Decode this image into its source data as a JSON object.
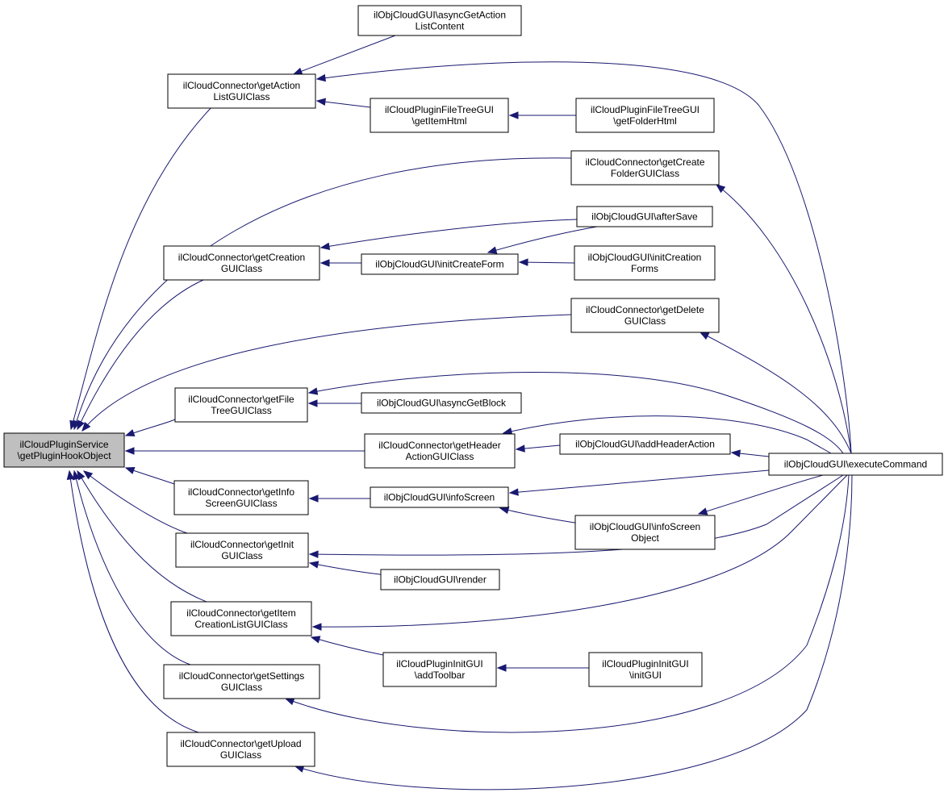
{
  "diagram": {
    "type": "caller-graph",
    "colors": {
      "edge": "#191970",
      "root_fill": "#bfbfbf",
      "node_fill": "#ffffff",
      "border": "#000000"
    },
    "nodes": [
      {
        "id": "root",
        "lines": [
          "ilCloudPluginService",
          "\\getPluginHookObject"
        ],
        "root": true
      },
      {
        "id": "getActionList",
        "lines": [
          "ilCloudConnector\\getAction",
          "ListGUIClass"
        ]
      },
      {
        "id": "asyncGetActionList",
        "lines": [
          "ilObjCloudGUI\\asyncGetAction",
          "ListContent"
        ]
      },
      {
        "id": "fileTreeGetItemHtml",
        "lines": [
          "ilCloudPluginFileTreeGUI",
          "\\getItemHtml"
        ]
      },
      {
        "id": "fileTreeGetFolderHtml",
        "lines": [
          "ilCloudPluginFileTreeGUI",
          "\\getFolderHtml"
        ]
      },
      {
        "id": "getCreateFolder",
        "lines": [
          "ilCloudConnector\\getCreate",
          "FolderGUIClass"
        ]
      },
      {
        "id": "afterSave",
        "lines": [
          "ilObjCloudGUI\\afterSave"
        ]
      },
      {
        "id": "getCreation",
        "lines": [
          "ilCloudConnector\\getCreation",
          "GUIClass"
        ]
      },
      {
        "id": "initCreateForm",
        "lines": [
          "ilObjCloudGUI\\initCreateForm"
        ]
      },
      {
        "id": "initCreationForms",
        "lines": [
          "ilObjCloudGUI\\initCreation",
          "Forms"
        ]
      },
      {
        "id": "getDelete",
        "lines": [
          "ilCloudConnector\\getDelete",
          "GUIClass"
        ]
      },
      {
        "id": "getFileTree",
        "lines": [
          "ilCloudConnector\\getFile",
          "TreeGUIClass"
        ]
      },
      {
        "id": "asyncGetBlock",
        "lines": [
          "ilObjCloudGUI\\asyncGetBlock"
        ]
      },
      {
        "id": "getHeaderAction",
        "lines": [
          "ilCloudConnector\\getHeader",
          "ActionGUIClass"
        ]
      },
      {
        "id": "addHeaderAction",
        "lines": [
          "ilObjCloudGUI\\addHeaderAction"
        ]
      },
      {
        "id": "executeCommand",
        "lines": [
          "ilObjCloudGUI\\executeCommand"
        ]
      },
      {
        "id": "getInfoScreen",
        "lines": [
          "ilCloudConnector\\getInfo",
          "ScreenGUIClass"
        ]
      },
      {
        "id": "infoScreen",
        "lines": [
          "ilObjCloudGUI\\infoScreen"
        ]
      },
      {
        "id": "infoScreenObject",
        "lines": [
          "ilObjCloudGUI\\infoScreen",
          "Object"
        ]
      },
      {
        "id": "getInit",
        "lines": [
          "ilCloudConnector\\getInit",
          "GUIClass"
        ]
      },
      {
        "id": "render",
        "lines": [
          "ilObjCloudGUI\\render"
        ]
      },
      {
        "id": "getItemCreationList",
        "lines": [
          "ilCloudConnector\\getItem",
          "CreationListGUIClass"
        ]
      },
      {
        "id": "addToolbar",
        "lines": [
          "ilCloudPluginInitGUI",
          "\\addToolbar"
        ]
      },
      {
        "id": "initGUI",
        "lines": [
          "ilCloudPluginInitGUI",
          "\\initGUI"
        ]
      },
      {
        "id": "getSettings",
        "lines": [
          "ilCloudConnector\\getSettings",
          "GUIClass"
        ]
      },
      {
        "id": "getUpload",
        "lines": [
          "ilCloudConnector\\getUpload",
          "GUIClass"
        ]
      }
    ]
  }
}
